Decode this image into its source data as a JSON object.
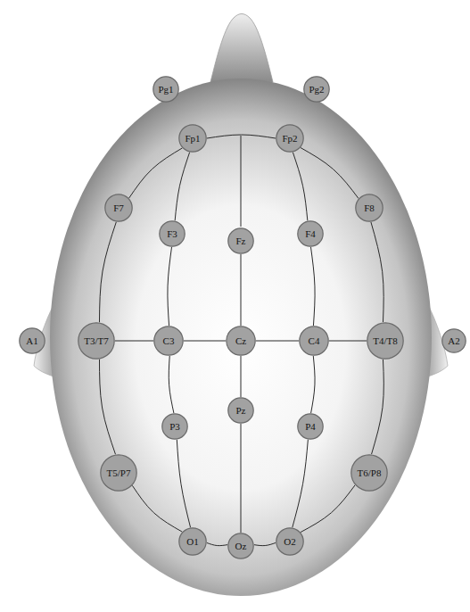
{
  "diagram": {
    "nodes": [
      {
        "text": [
          "Pg1"
        ]
      },
      {
        "text": [
          "Pg2"
        ]
      },
      {
        "text": [
          "Fp1"
        ]
      },
      {
        "text": [
          "Fp2"
        ]
      },
      {
        "text": [
          "F7"
        ]
      },
      {
        "text": [
          "F3"
        ]
      },
      {
        "text": [
          "Fz"
        ]
      },
      {
        "text": [
          "F4"
        ]
      },
      {
        "text": [
          "F8"
        ]
      },
      {
        "text": [
          "A1"
        ]
      },
      {
        "text": [
          "T3/T7"
        ]
      },
      {
        "text": [
          "C3"
        ]
      },
      {
        "text": [
          "Cz"
        ]
      },
      {
        "text": [
          "C4"
        ]
      },
      {
        "text": [
          "T4/T8"
        ]
      },
      {
        "text": [
          "A2"
        ]
      },
      {
        "text": [
          "Pz"
        ]
      },
      {
        "text": [
          "P3"
        ]
      },
      {
        "text": [
          "P4"
        ]
      },
      {
        "text": [
          "T5/P7"
        ]
      },
      {
        "text": [
          "T6/P8"
        ]
      },
      {
        "text": [
          "O1"
        ]
      },
      {
        "text": [
          "Oz"
        ]
      },
      {
        "text": [
          "O2"
        ]
      }
    ],
    "edges": [
      {
        "from": 2,
        "to": 3,
        "arrow": "none"
      },
      {
        "from": 2,
        "to": 4,
        "arrow": "none"
      },
      {
        "from": 4,
        "to": 10,
        "arrow": "none"
      },
      {
        "from": 10,
        "to": 19,
        "arrow": "none"
      },
      {
        "from": 19,
        "to": 21,
        "arrow": "none"
      },
      {
        "from": 3,
        "to": 8,
        "arrow": "none"
      },
      {
        "from": 8,
        "to": 14,
        "arrow": "none"
      },
      {
        "from": 14,
        "to": 20,
        "arrow": "none"
      },
      {
        "from": 20,
        "to": 23,
        "arrow": "none"
      },
      {
        "from": 21,
        "to": 22,
        "arrow": "none"
      },
      {
        "from": 22,
        "to": 23,
        "arrow": "none"
      },
      {
        "from": 2,
        "to": 5,
        "arrow": "none"
      },
      {
        "from": 5,
        "to": 11,
        "arrow": "none"
      },
      {
        "from": 11,
        "to": 17,
        "arrow": "none"
      },
      {
        "from": 17,
        "to": 21,
        "arrow": "none"
      },
      {
        "from": 3,
        "to": 7,
        "arrow": "none"
      },
      {
        "from": 7,
        "to": 13,
        "arrow": "none"
      },
      {
        "from": 13,
        "to": 18,
        "arrow": "none"
      },
      {
        "from": 18,
        "to": 23,
        "arrow": "none"
      },
      {
        "from": 6,
        "to": 12,
        "arrow": "none"
      },
      {
        "from": 12,
        "to": 16,
        "arrow": "none"
      },
      {
        "from": 16,
        "to": 22,
        "arrow": "none"
      },
      {
        "from": 10,
        "to": 11,
        "arrow": "none"
      },
      {
        "from": 11,
        "to": 12,
        "arrow": "none"
      },
      {
        "from": 12,
        "to": 13,
        "arrow": "none"
      },
      {
        "from": 13,
        "to": 14,
        "arrow": "none"
      }
    ]
  }
}
